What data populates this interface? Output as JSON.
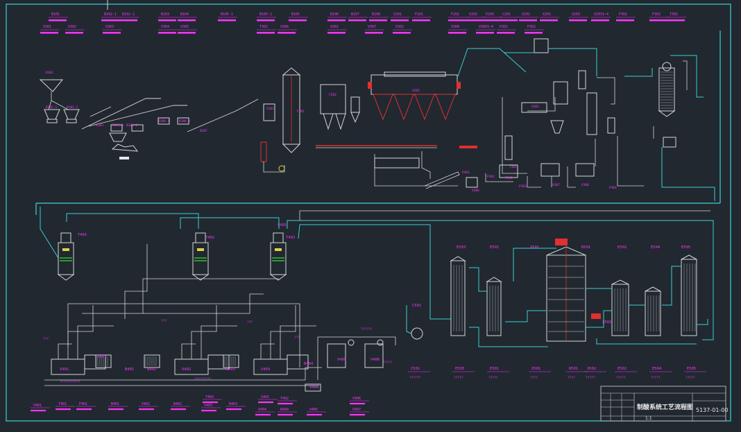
{
  "colors": {
    "background": "#212830",
    "frame": "#3fd4d4",
    "line": "#d8d8d8",
    "pipe_cyan": "#3ad0d0",
    "label": "#ff33ff",
    "red": "#e03030",
    "green": "#30c030",
    "yellow": "#e0d040"
  },
  "labels": {
    "top": [
      "B101",
      "B102-1",
      "B102-2",
      "B103",
      "B104",
      "B105-1",
      "B105-2",
      "B105",
      "B106",
      "B107",
      "B108",
      "V201",
      "F201",
      "F202",
      "V202",
      "V203",
      "C201",
      "X201",
      "X202",
      "X203",
      "X2031~4",
      "F301",
      "F302",
      "T302",
      "V301",
      "V302",
      "V303",
      "V304",
      "V305",
      "T301",
      "V306",
      "X301",
      "V307",
      "X302",
      "V308",
      "V3091~4",
      "P301",
      "P302"
    ],
    "process_top": [
      "B101",
      "B102-1",
      "B102-2",
      "B103",
      "B105-1",
      "B105-2",
      "B106-1",
      "B106-2",
      "B107",
      "V201",
      "F201",
      "F202",
      "X205",
      "T301",
      "V301",
      "P301",
      "V306",
      "P302",
      "T302",
      "P303",
      "V307",
      "V308",
      "P304"
    ],
    "process_bottom": [
      "T401",
      "T402",
      "T403",
      "S401",
      "V401",
      "V402",
      "V403",
      "V404",
      "V405",
      "V406",
      "P401",
      "B401",
      "B402",
      "B403",
      "B404",
      "E501",
      "E502",
      "E503",
      "E504",
      "E505",
      "X501",
      "X502",
      "R501",
      "C501"
    ],
    "equipment_list": [
      [
        "C501",
        "??????"
      ],
      [
        "E503",
        "?????"
      ],
      [
        "E501",
        "?????"
      ],
      [
        "X501",
        "????"
      ],
      [
        "R501",
        "????"
      ],
      [
        "X502",
        "?????"
      ],
      [
        "E502",
        "?????"
      ],
      [
        "E504",
        "?????"
      ],
      [
        "E505",
        "?????"
      ]
    ],
    "legend_bottom": [
      "V401",
      "T401",
      "P401",
      "B401",
      "V402",
      "B402",
      "V403",
      "T403",
      "B403",
      "S401",
      "V404",
      "T402",
      "B404",
      "V405",
      "V406",
      "V407"
    ],
    "misc": [
      "???",
      "???",
      "???",
      "???",
      "??????",
      "???????????",
      "?????????",
      "?????"
    ]
  },
  "title_block": {
    "drawing_title": "制酸系统工艺流程图",
    "drawing_number": "5137-01-00",
    "scale": "1:1"
  }
}
